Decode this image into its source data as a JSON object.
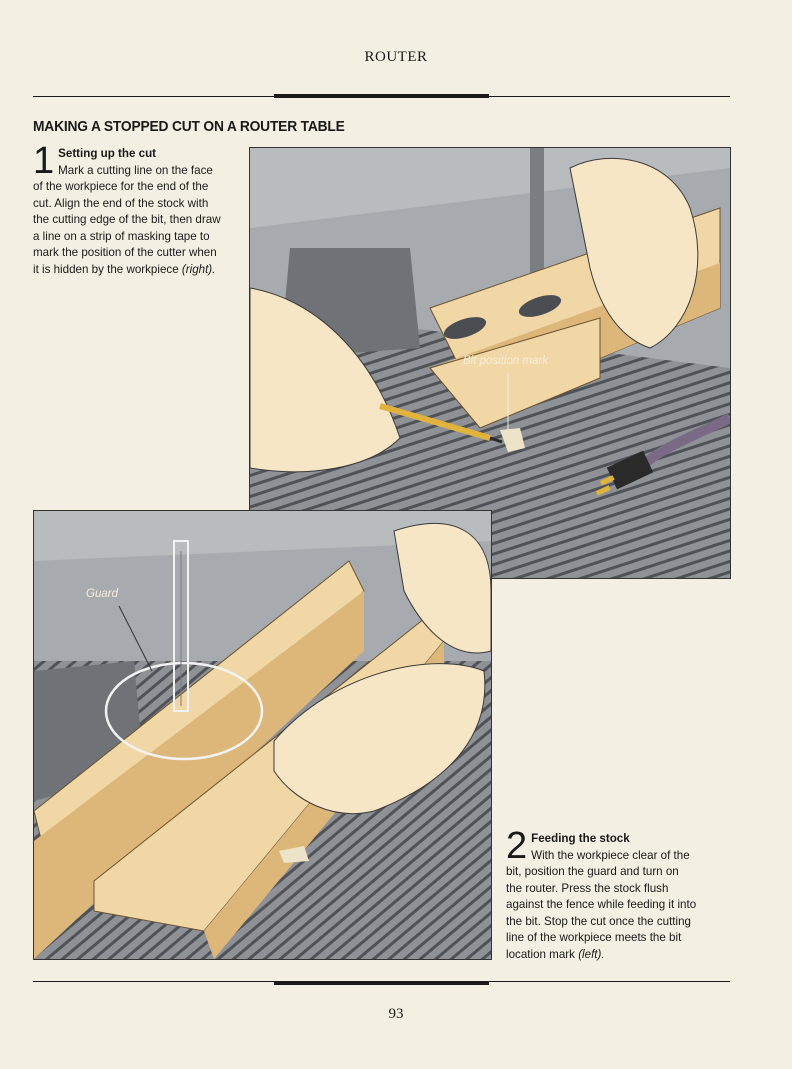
{
  "header": {
    "running_head": "ROUTER"
  },
  "section_title": "MAKING A STOPPED CUT ON A ROUTER TABLE",
  "steps": [
    {
      "number": "1",
      "heading": "Setting up the cut",
      "body": "Mark a cutting line on the face of the workpiece for the end of the cut. Align the end of the stock with the cutting edge of the bit, then draw a line on a strip of masking tape to mark the position of the cutter when it is hidden by the workpiece",
      "ref": "(right)."
    },
    {
      "number": "2",
      "heading": "Feeding the stock",
      "body": "With the workpiece clear of the bit, position the guard and turn on the router. Press the stock flush against the fence while feeding it into the bit. Stop the cut once the cutting line of the workpiece meets the bit location mark",
      "ref": "(left)."
    }
  ],
  "figures": {
    "top": {
      "callout": "Bit position mark"
    },
    "bottom": {
      "callout": "Guard"
    }
  },
  "footer": {
    "page_number": "93"
  },
  "colors": {
    "paper": "#f3efe2",
    "wood": "#f1d7a6",
    "wood_shade": "#ddb77a",
    "table_gray": "#8e9196",
    "fence_gray": "#6f7378",
    "skin": "#f6e6c6"
  }
}
